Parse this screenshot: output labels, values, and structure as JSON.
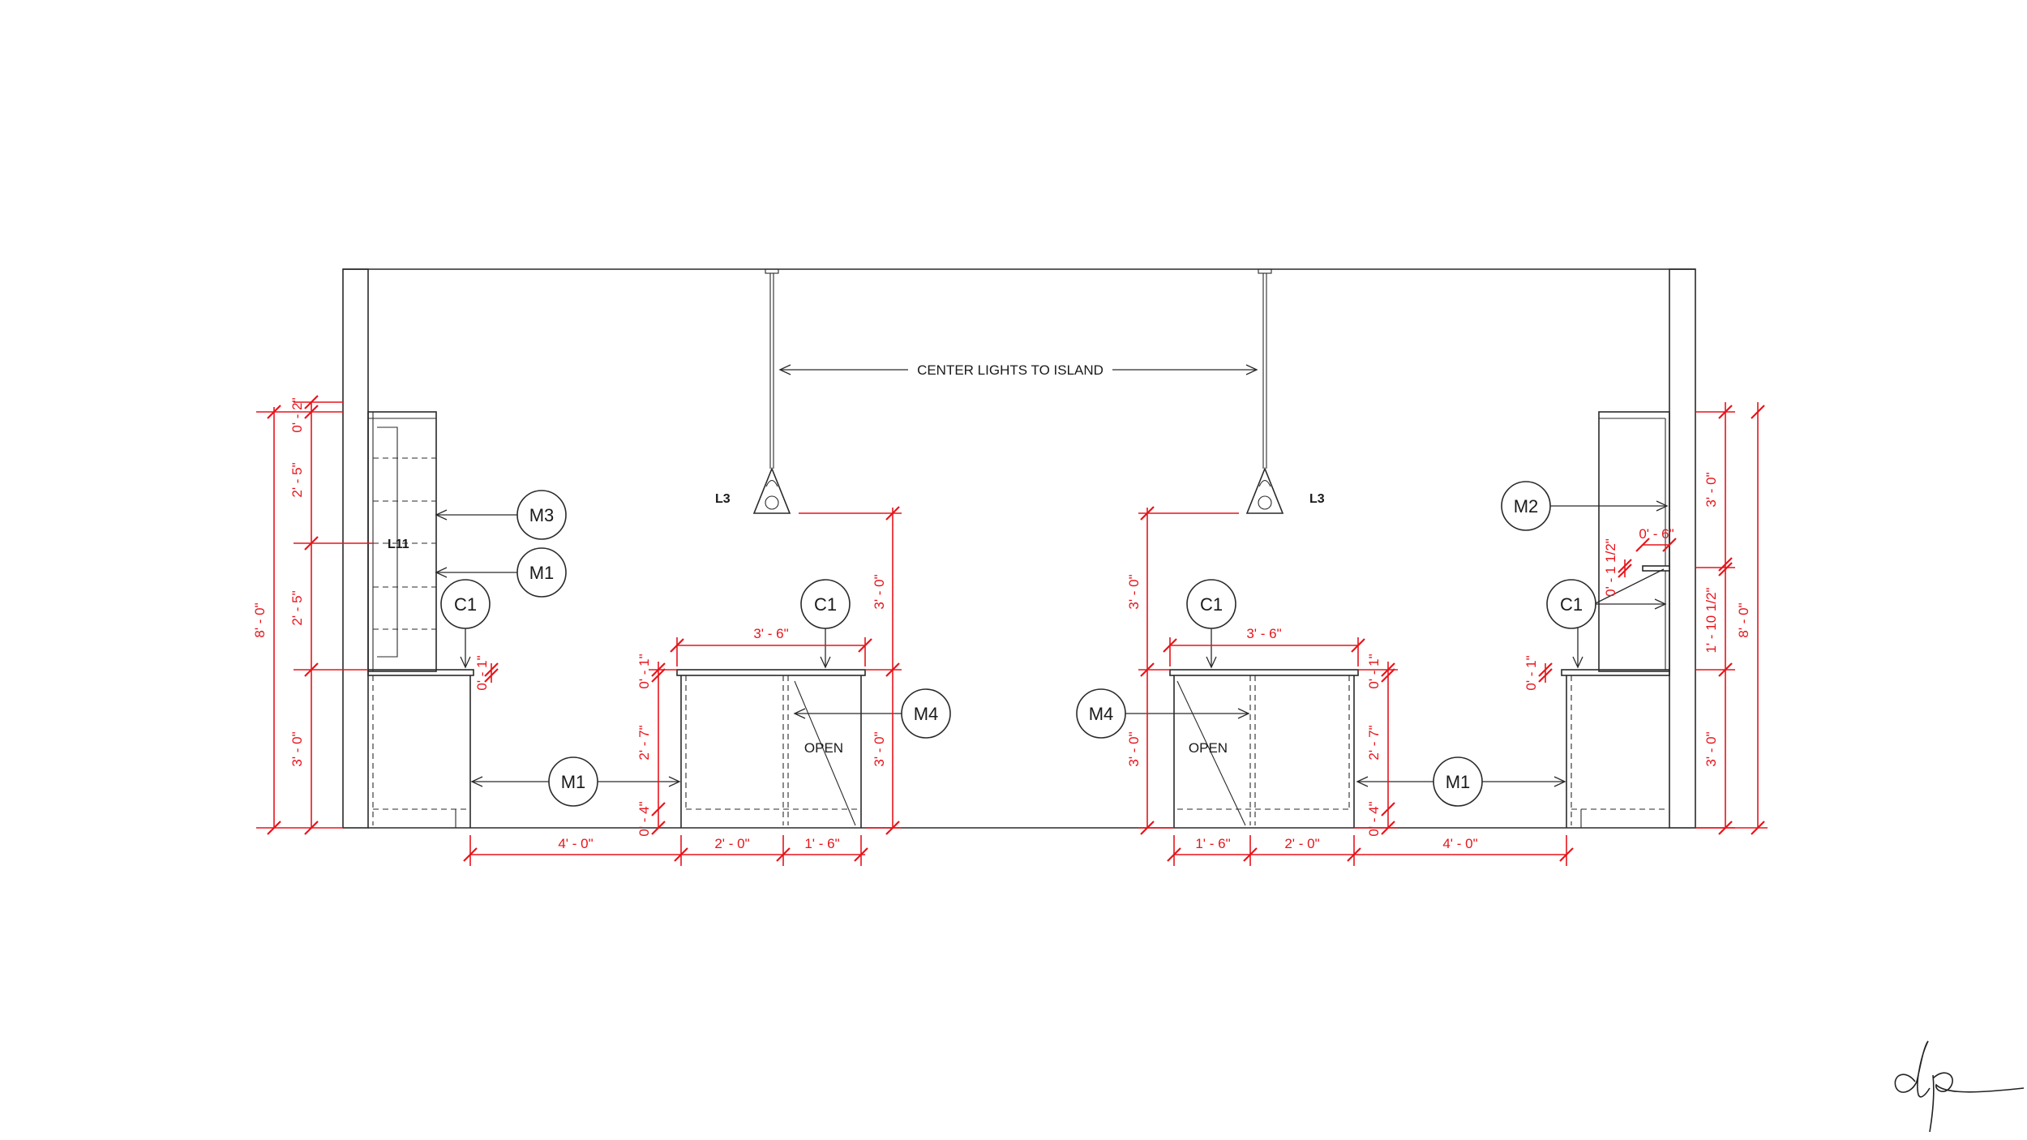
{
  "title_note": "CENTER LIGHTS TO ISLAND",
  "fixtures": {
    "light_left": "L3",
    "light_right": "L3",
    "shelf_light": "L11"
  },
  "tags": {
    "m3": "M3",
    "m1_upper": "M1",
    "c1_left": "C1",
    "c1_island_left": "C1",
    "m4_left": "M4",
    "m1_floor_left": "M1",
    "c1_island_right": "C1",
    "m4_right": "M4",
    "m1_floor_right": "M1",
    "m2": "M2",
    "c1_right": "C1"
  },
  "notes": {
    "open_left": "OPEN",
    "open_right": "OPEN"
  },
  "dims_left": {
    "overall": "8' - 0\"",
    "top": "0' - 2\"",
    "upper1": "2' - 5\"",
    "upper2": "2' - 5\"",
    "base": "3' - 0\"",
    "counter_thk": "0' - 1\"",
    "aisle": "4' - 0\"",
    "island_top": "3' - 6\"",
    "island_a": "2' - 0\"",
    "island_b": "1' - 6\"",
    "island_thk": "0' - 1\"",
    "island_body": "2' - 7\"",
    "island_kick": "0' - 4\"",
    "light_drop": "3' - 0\"",
    "island_height": "3' - 0\""
  },
  "dims_right": {
    "overall": "8' - 0\"",
    "upper": "3' - 0\"",
    "shelf_w": "0' - 6\"",
    "shelf_thk": "0' - 1 1/2\"",
    "backsplash": "1' - 10 1/2\"",
    "base": "3' - 0\"",
    "counter_thk": "0' - 1\"",
    "aisle": "4' - 0\"",
    "island_top": "3' - 6\"",
    "island_a": "1' - 6\"",
    "island_b": "2' - 0\"",
    "island_thk": "0' - 1\"",
    "island_body": "2' - 7\"",
    "island_kick": "0' - 4\"",
    "light_drop": "3' - 0\"",
    "island_height": "3' - 0\""
  },
  "colors": {
    "dimension": "#e8141b",
    "linework": "#2a2a2a"
  },
  "signature": "dp"
}
